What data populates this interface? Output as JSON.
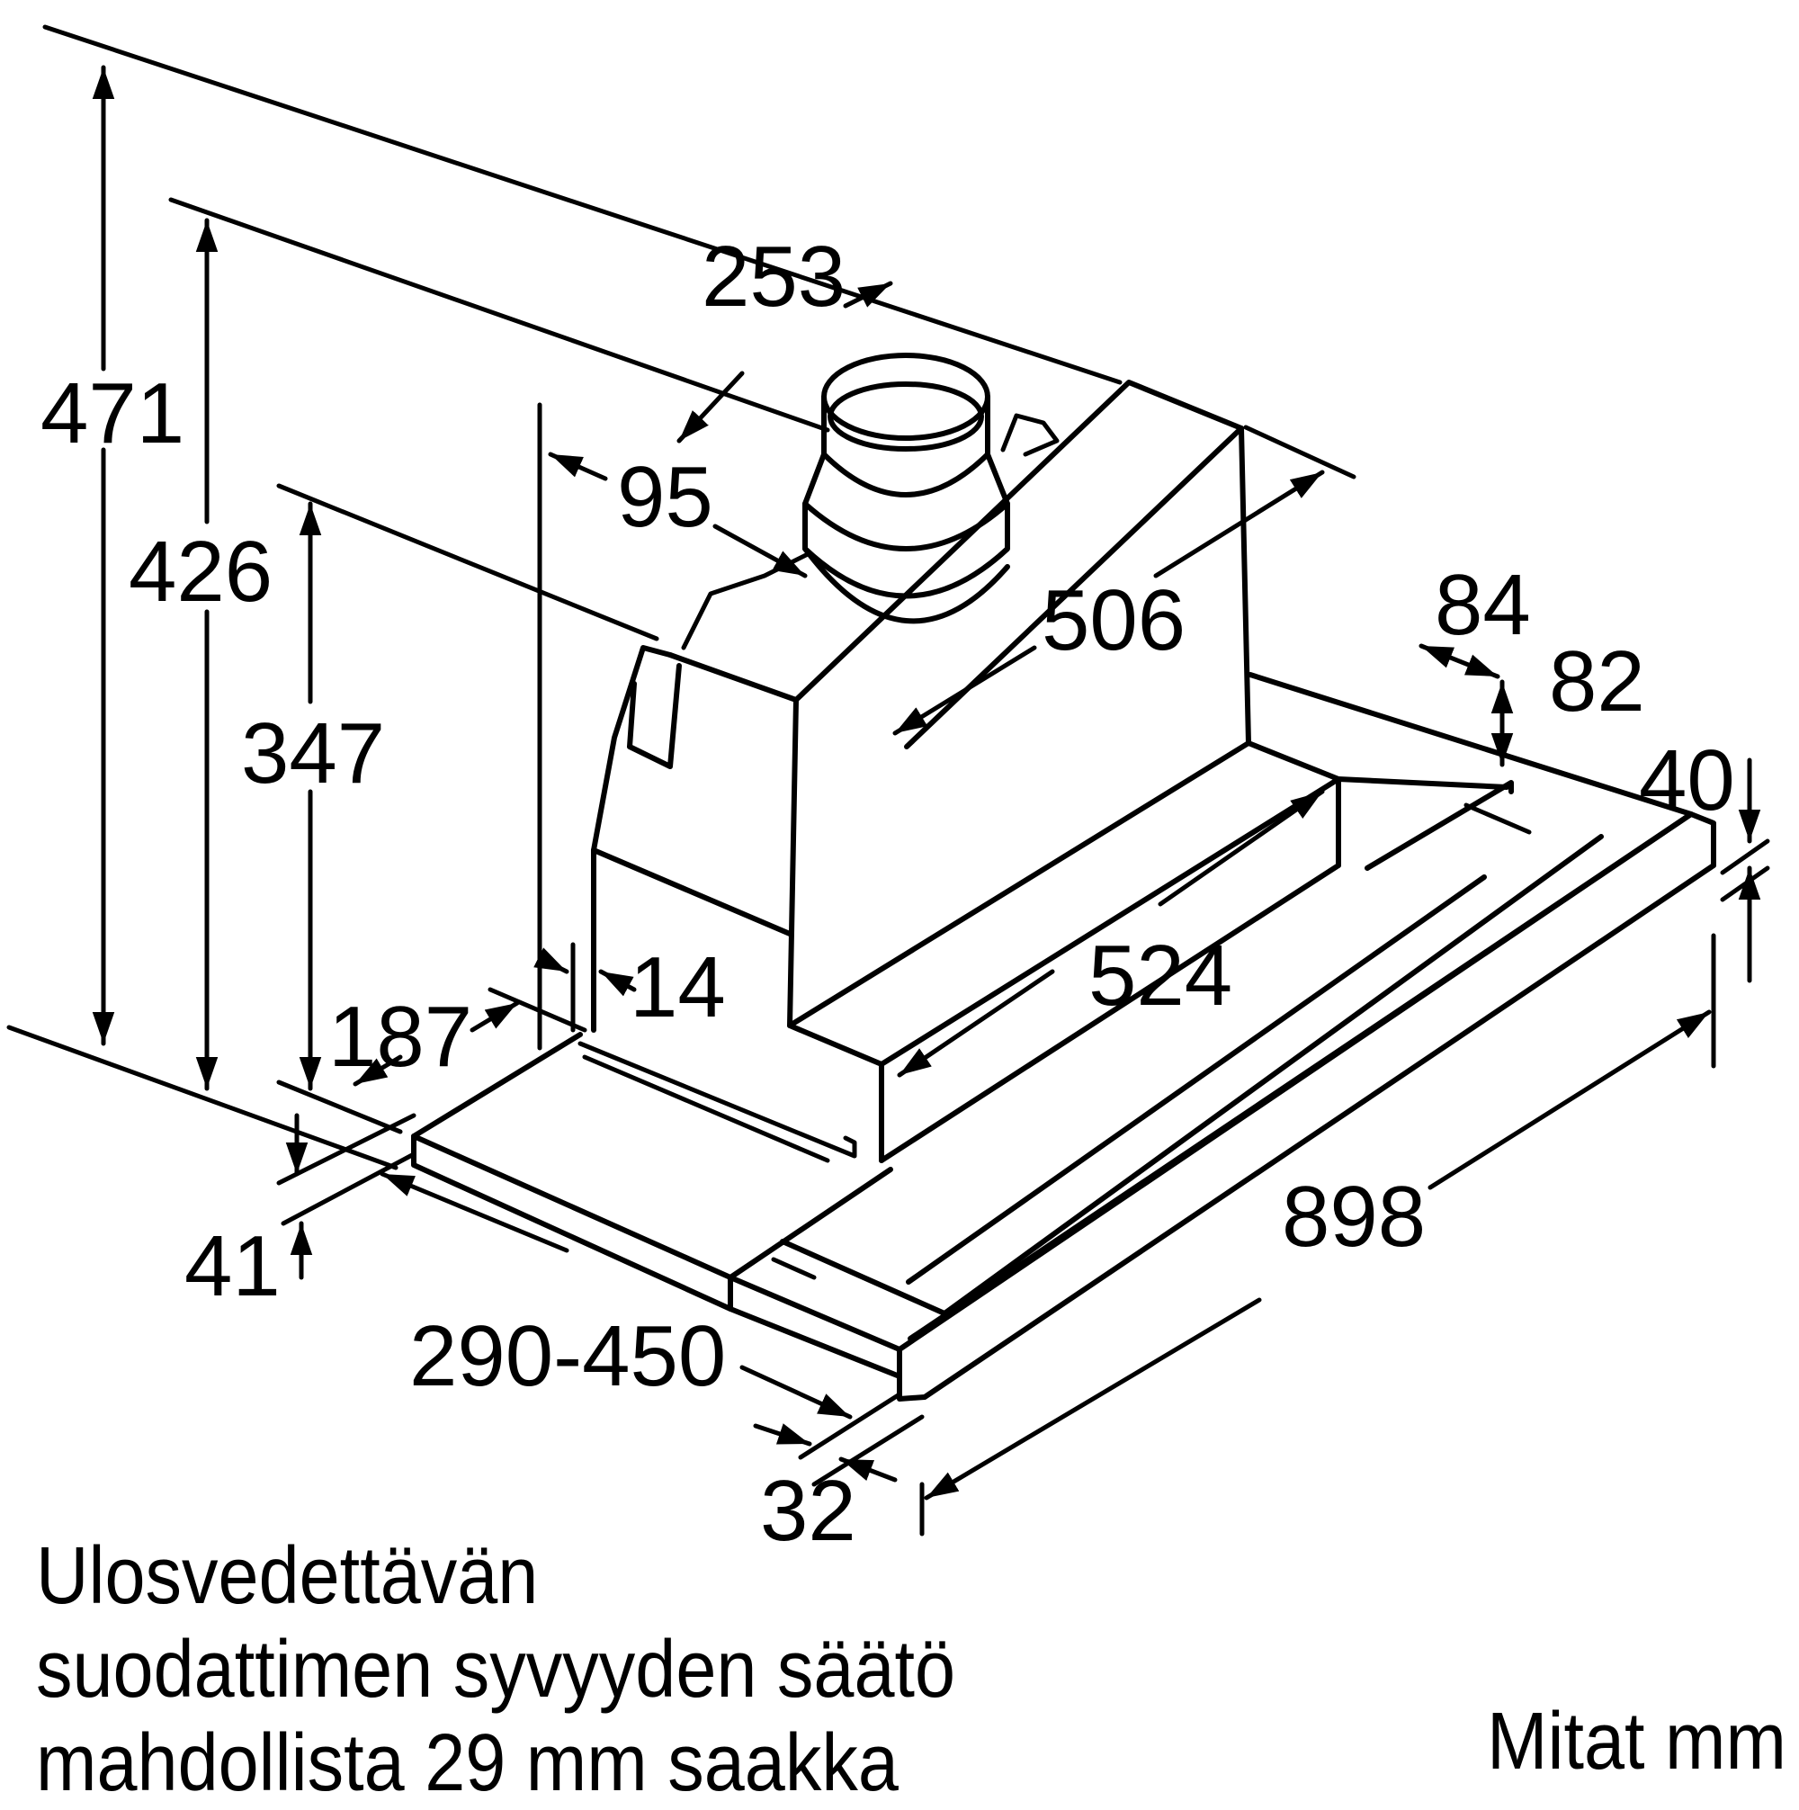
{
  "drawing": {
    "subject": "Telescopic cooker hood dimension drawing",
    "line_color": "#000000",
    "background": "#ffffff",
    "dimensions": {
      "total_height": "471",
      "height_to_duct_top": "426",
      "body_height": "347",
      "duct_offset": "253",
      "duct_to_front": "95",
      "body_depth": "506",
      "rear_step": "84",
      "rear_step_height": "82",
      "front_bar_height": "40",
      "body_width": "524",
      "side_offset_small": "14",
      "side_offset": "187",
      "visor_height": "41",
      "extension_range": "290-450",
      "visor_thickness": "32",
      "total_width": "898"
    }
  },
  "note": {
    "lines": [
      "Ulosvedettävän",
      "suodattimen syvyyden säätö",
      "mahdollista 29 mm saakka"
    ]
  },
  "units_label": "Mitat mm"
}
